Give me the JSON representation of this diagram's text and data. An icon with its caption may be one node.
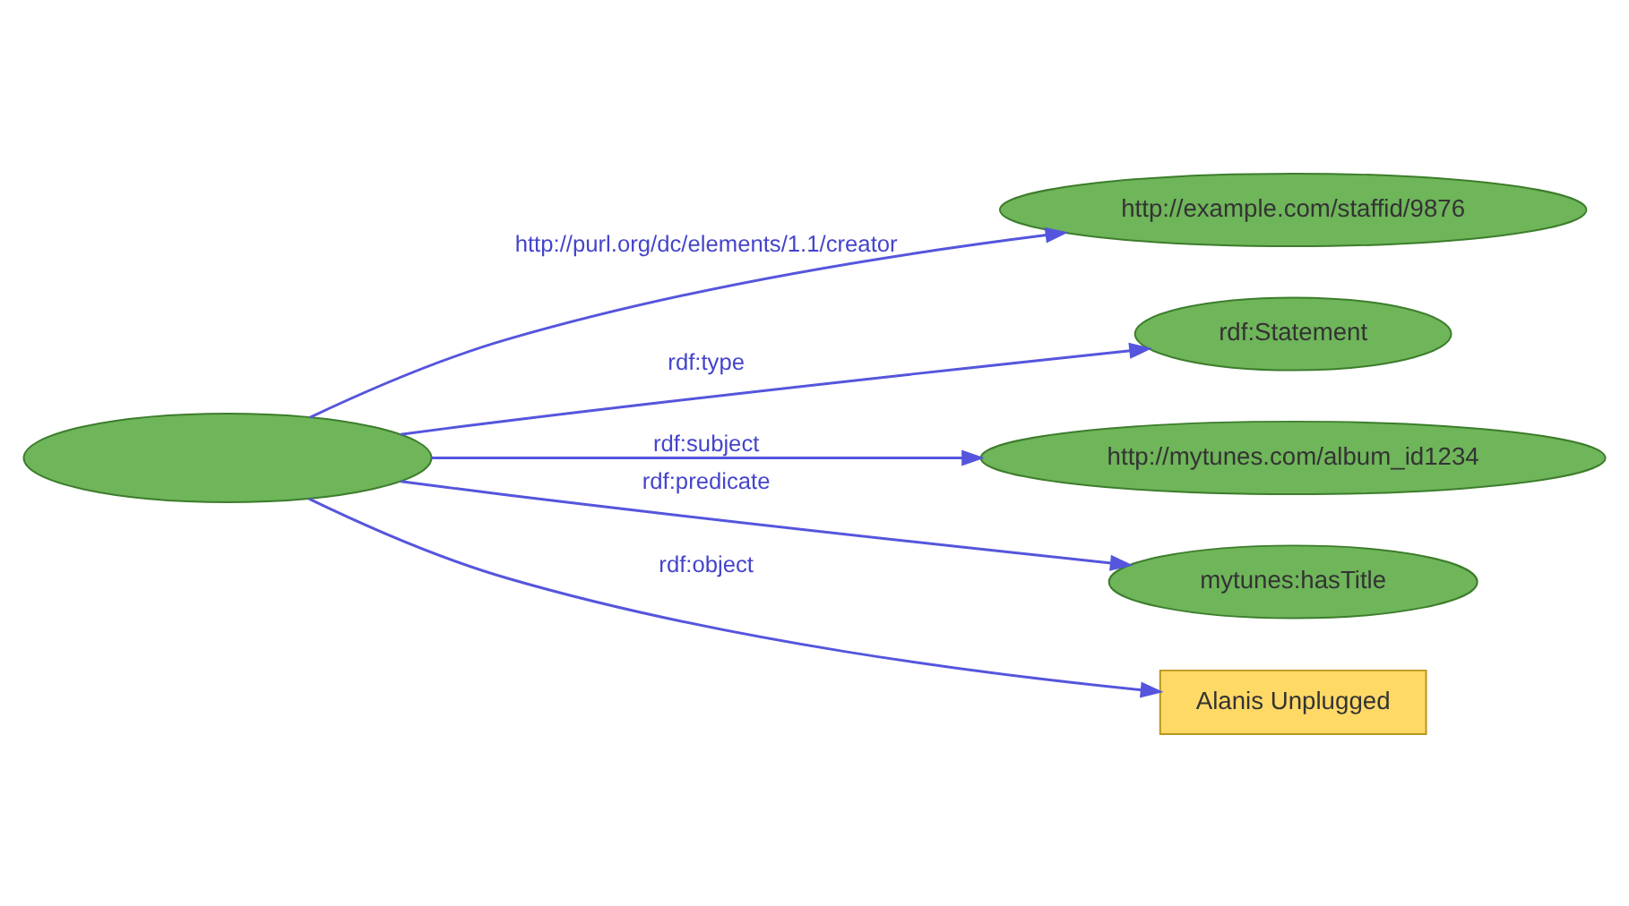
{
  "diagram": {
    "nodes": [
      {
        "text": [
          "http://example.com/staffid/9876"
        ]
      },
      {
        "text": [
          "rdf:Statement"
        ]
      },
      {
        "text": [
          "http://mytunes.com/album_id1234"
        ]
      },
      {
        "text": [],
        "shape": "ellipse"
      },
      {
        "text": [
          "mytunes:hasTitle"
        ]
      },
      {
        "text": [
          "Alanis Unplugged"
        ]
      }
    ],
    "edges": [
      {
        "from": 3,
        "to": 0,
        "arrow": "to",
        "label": "http://purl.org/dc/elements/1.1/creator"
      },
      {
        "from": 3,
        "to": 1,
        "arrow": "to",
        "label": "rdf:type"
      },
      {
        "from": 3,
        "to": 2,
        "arrow": "to",
        "label": "rdf:subject"
      },
      {
        "from": 3,
        "to": 4,
        "arrow": "to",
        "label": "rdf:predicate"
      },
      {
        "from": 3,
        "to": 5,
        "arrow": "to",
        "label": "rdf:object"
      }
    ]
  }
}
